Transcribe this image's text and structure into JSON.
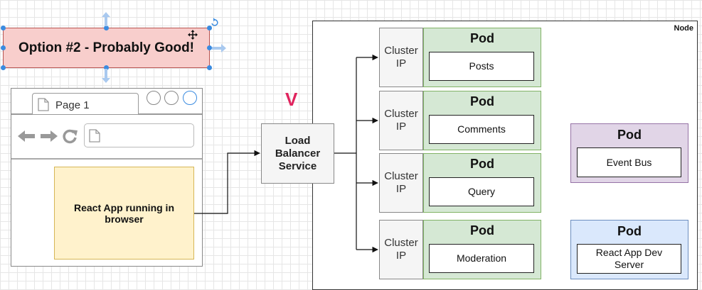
{
  "option": {
    "label": "Option #2 - Probably Good!"
  },
  "browser": {
    "tab_label": "Page 1",
    "app_label": "React App running in browser"
  },
  "load_balancer": {
    "label": "Load Balancer Service"
  },
  "node": {
    "label": "Node"
  },
  "annotation": {
    "mark": "V"
  },
  "cluster_ip_label": "Cluster IP",
  "pods": [
    {
      "title": "Pod",
      "service": "Posts"
    },
    {
      "title": "Pod",
      "service": "Comments"
    },
    {
      "title": "Pod",
      "service": "Query"
    },
    {
      "title": "Pod",
      "service": "Moderation"
    },
    {
      "title": "Pod",
      "service": "Event Bus"
    },
    {
      "title": "Pod",
      "service": "React App Dev Server"
    }
  ],
  "colors": {
    "option_fill": "#f8cecc",
    "react_app_fill": "#fff2cc",
    "pod_green": "#d5e8d4",
    "pod_purple": "#e1d5e7",
    "pod_blue": "#dae8fc",
    "selection": "#3a8be0",
    "annotation": "#e0245e"
  },
  "icons": [
    "page-icon",
    "back-arrow-icon",
    "forward-arrow-icon",
    "reload-icon",
    "rotate-handle-icon",
    "move-cursor-icon"
  ]
}
